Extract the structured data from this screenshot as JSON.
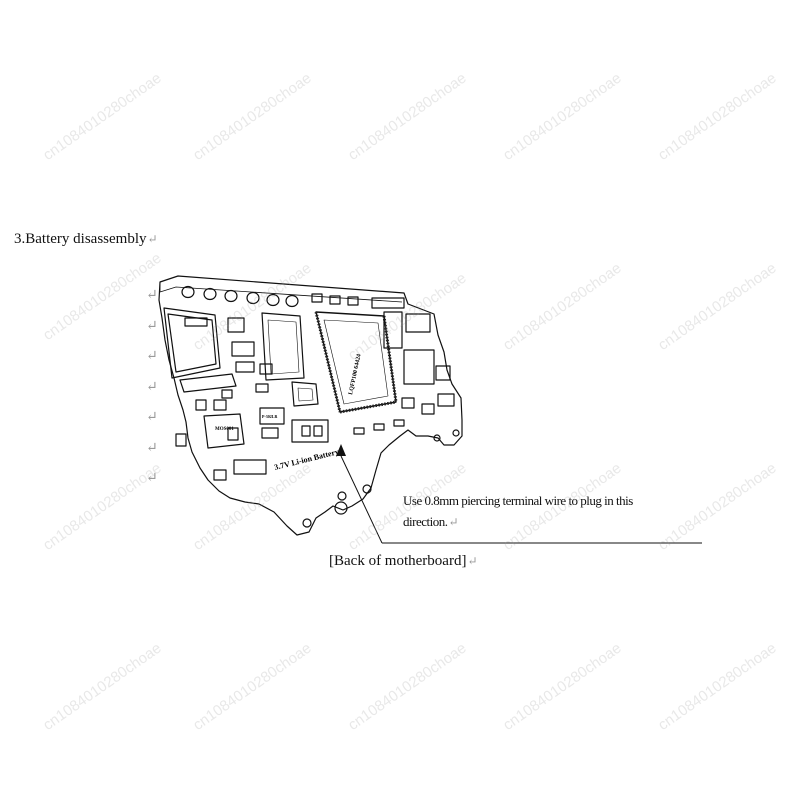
{
  "section": {
    "heading": "3.Battery disassembly",
    "return_mark": "↵"
  },
  "note": {
    "text": "Use 0.8mm piercing terminal wire to plug in this direction."
  },
  "caption": {
    "text": "[Back of motherboard]"
  },
  "board": {
    "battery_label": "3.7V Li-ion Battery",
    "chip_label": "LQFP100 64424",
    "module_label": "MOS001",
    "small_label": "P-302LR"
  },
  "watermark": {
    "text": "cn1084010280choae"
  }
}
